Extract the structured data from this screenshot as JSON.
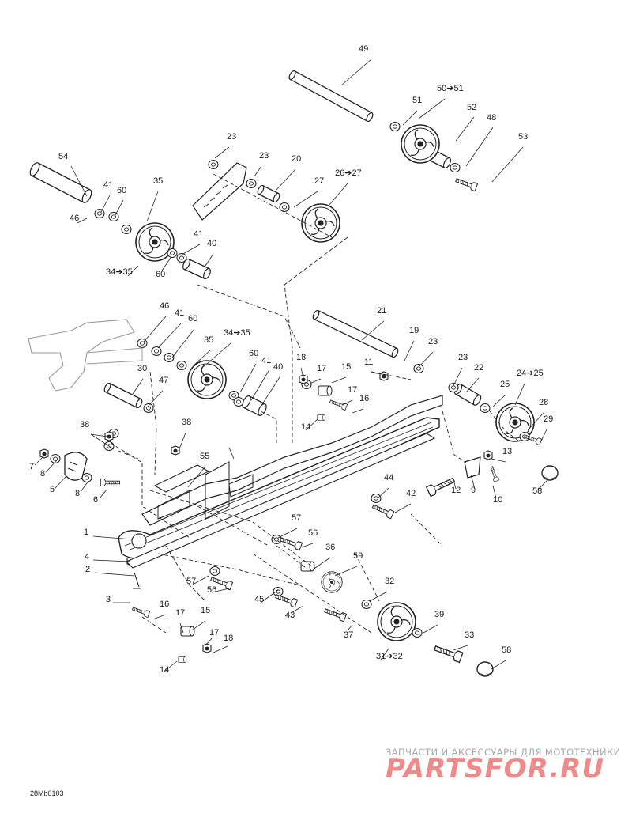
{
  "diagram": {
    "drawing_code": "28Mb0103",
    "watermark": {
      "subtitle": "ЗАПЧАСТИ И АКСЕССУАРЫ ДЛЯ МОТОТЕХНИКИ",
      "logo": "PARTSFOR.RU"
    },
    "callouts": [
      {
        "id": "c49",
        "label": "49"
      },
      {
        "id": "c51a",
        "label": "51"
      },
      {
        "id": "c50",
        "label": "50➔51"
      },
      {
        "id": "c52",
        "label": "52"
      },
      {
        "id": "c48",
        "label": "48"
      },
      {
        "id": "c53",
        "label": "53"
      },
      {
        "id": "c23a",
        "label": "23"
      },
      {
        "id": "c23b",
        "label": "23"
      },
      {
        "id": "c20",
        "label": "20"
      },
      {
        "id": "c27",
        "label": "27"
      },
      {
        "id": "c26",
        "label": "26➔27"
      },
      {
        "id": "c54",
        "label": "54"
      },
      {
        "id": "c41a",
        "label": "41"
      },
      {
        "id": "c60a",
        "label": "60"
      },
      {
        "id": "c35a",
        "label": "35"
      },
      {
        "id": "c46a",
        "label": "46"
      },
      {
        "id": "c41b",
        "label": "41"
      },
      {
        "id": "c40a",
        "label": "40"
      },
      {
        "id": "c60b",
        "label": "60"
      },
      {
        "id": "c34a",
        "label": "34➔35"
      },
      {
        "id": "c46b",
        "label": "46"
      },
      {
        "id": "c41c",
        "label": "41"
      },
      {
        "id": "c60c",
        "label": "60"
      },
      {
        "id": "c34b",
        "label": "34➔35"
      },
      {
        "id": "c35b",
        "label": "35"
      },
      {
        "id": "c60d",
        "label": "60"
      },
      {
        "id": "c41d",
        "label": "41"
      },
      {
        "id": "c40b",
        "label": "40"
      },
      {
        "id": "c30",
        "label": "30"
      },
      {
        "id": "c47",
        "label": "47"
      },
      {
        "id": "c21",
        "label": "21"
      },
      {
        "id": "c19",
        "label": "19"
      },
      {
        "id": "c23c",
        "label": "23"
      },
      {
        "id": "c18a",
        "label": "18"
      },
      {
        "id": "c17a",
        "label": "17"
      },
      {
        "id": "c15a",
        "label": "15"
      },
      {
        "id": "c11",
        "label": "11"
      },
      {
        "id": "c23d",
        "label": "23"
      },
      {
        "id": "c22",
        "label": "22"
      },
      {
        "id": "c24",
        "label": "24➔25"
      },
      {
        "id": "c25",
        "label": "25"
      },
      {
        "id": "c17b",
        "label": "17"
      },
      {
        "id": "c16a",
        "label": "16"
      },
      {
        "id": "c28",
        "label": "28"
      },
      {
        "id": "c29",
        "label": "29"
      },
      {
        "id": "c14a",
        "label": "14"
      },
      {
        "id": "c38a",
        "label": "38"
      },
      {
        "id": "c38b",
        "label": "38"
      },
      {
        "id": "c7",
        "label": "7"
      },
      {
        "id": "c8a",
        "label": "8"
      },
      {
        "id": "c5",
        "label": "5"
      },
      {
        "id": "c8b",
        "label": "8"
      },
      {
        "id": "c6",
        "label": "6"
      },
      {
        "id": "c55",
        "label": "55"
      },
      {
        "id": "c13",
        "label": "13"
      },
      {
        "id": "c12",
        "label": "12"
      },
      {
        "id": "c9",
        "label": "9"
      },
      {
        "id": "c10",
        "label": "10"
      },
      {
        "id": "c58a",
        "label": "58"
      },
      {
        "id": "c44",
        "label": "44"
      },
      {
        "id": "c42",
        "label": "42"
      },
      {
        "id": "c1",
        "label": "1"
      },
      {
        "id": "c57a",
        "label": "57"
      },
      {
        "id": "c56a",
        "label": "56"
      },
      {
        "id": "c4",
        "label": "4"
      },
      {
        "id": "c2",
        "label": "2"
      },
      {
        "id": "c36",
        "label": "36"
      },
      {
        "id": "c59",
        "label": "59"
      },
      {
        "id": "c57b",
        "label": "57"
      },
      {
        "id": "c56b",
        "label": "56"
      },
      {
        "id": "c32",
        "label": "32"
      },
      {
        "id": "c3",
        "label": "3"
      },
      {
        "id": "c45",
        "label": "45"
      },
      {
        "id": "c16b",
        "label": "16"
      },
      {
        "id": "c43",
        "label": "43"
      },
      {
        "id": "c17c",
        "label": "17"
      },
      {
        "id": "c15b",
        "label": "15"
      },
      {
        "id": "c39",
        "label": "39"
      },
      {
        "id": "c37",
        "label": "37"
      },
      {
        "id": "c33",
        "label": "33"
      },
      {
        "id": "c17d",
        "label": "17"
      },
      {
        "id": "c18b",
        "label": "18"
      },
      {
        "id": "c31",
        "label": "31➔32"
      },
      {
        "id": "c58b",
        "label": "58"
      },
      {
        "id": "c14b",
        "label": "14"
      }
    ]
  }
}
